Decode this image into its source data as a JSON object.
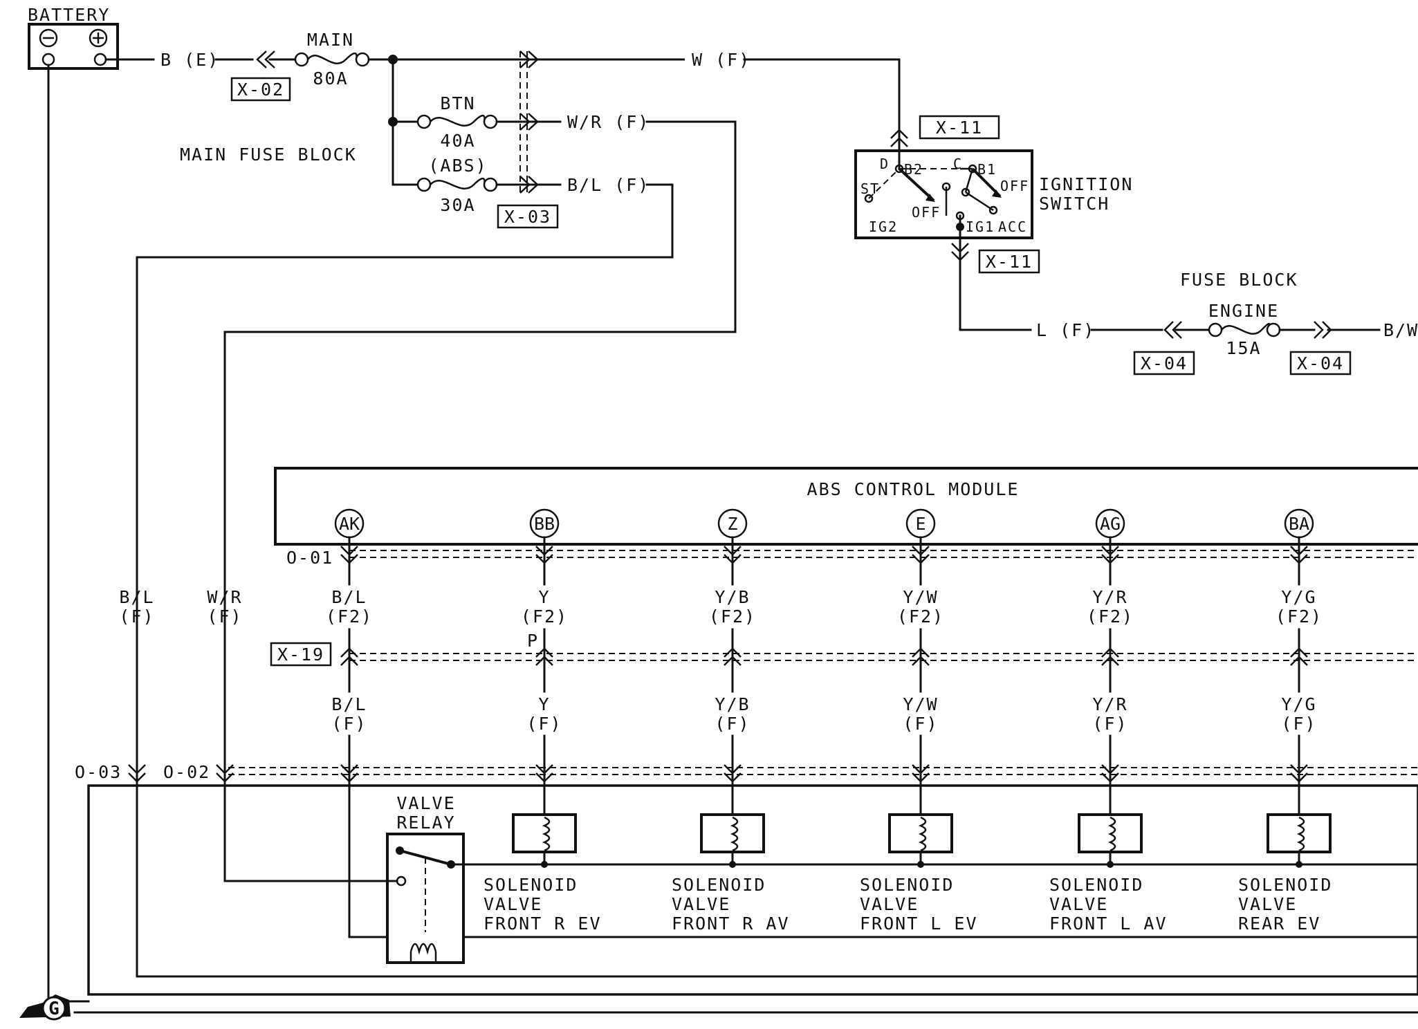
{
  "battery": {
    "label": "BATTERY",
    "wire": "B (E)",
    "connector": "X-02"
  },
  "main_fuse_block": {
    "label": "MAIN FUSE BLOCK",
    "main": {
      "name": "MAIN",
      "rating": "80A"
    },
    "btn": {
      "name": "BTN",
      "rating": "40A"
    },
    "abs": {
      "name": "(ABS)",
      "rating": "30A"
    },
    "connector": "X-03",
    "wires": {
      "main_out": "W (F)",
      "btn_out": "W/R (F)",
      "abs_out": "B/L (F)"
    }
  },
  "ignition_switch": {
    "label_line1": "IGNITION",
    "label_line2": "SWITCH",
    "connector_top": "X-11",
    "connector_bottom": "X-11",
    "terminals": {
      "d": "D",
      "b2": "B2",
      "c": "C",
      "b1": "B1",
      "st": "ST",
      "off_left": "OFF",
      "off_right": "OFF",
      "ig2": "IG2",
      "ig1": "IG1",
      "acc": "ACC"
    }
  },
  "fuse_block": {
    "label": "FUSE BLOCK",
    "engine": {
      "name": "ENGINE",
      "rating": "15A"
    },
    "wire_in": "L (F)",
    "wire_out": "B/W",
    "connector_left": "X-04",
    "connector_right": "X-04"
  },
  "abs_module": {
    "label": "ABS CONTROL MODULE",
    "pins": [
      {
        "id": "AK",
        "wire_upper": "B/L",
        "harness_upper": "(F2)",
        "wire_lower": "B/L",
        "harness_lower": "(F)"
      },
      {
        "id": "BB",
        "wire_upper": "Y",
        "harness_upper": "(F2)",
        "wire_lower": "Y",
        "harness_lower": "(F)"
      },
      {
        "id": "Z",
        "wire_upper": "Y/B",
        "harness_upper": "(F2)",
        "wire_lower": "Y/B",
        "harness_lower": "(F)"
      },
      {
        "id": "E",
        "wire_upper": "Y/W",
        "harness_upper": "(F2)",
        "wire_lower": "Y/W",
        "harness_lower": "(F)"
      },
      {
        "id": "AG",
        "wire_upper": "Y/R",
        "harness_upper": "(F2)",
        "wire_lower": "Y/R",
        "harness_lower": "(F)"
      },
      {
        "id": "BA",
        "wire_upper": "Y/G",
        "harness_upper": "(F2)",
        "wire_lower": "Y/G",
        "harness_lower": "(F)"
      }
    ]
  },
  "connectors": {
    "o01": "O-01",
    "x19": "X-19",
    "o02": "O-02",
    "o03": "O-03",
    "p_marker": "P"
  },
  "side_wires": {
    "bl": {
      "color": "B/L",
      "harness": "(F)"
    },
    "wr": {
      "color": "W/R",
      "harness": "(F)"
    }
  },
  "valve_relay": {
    "line1": "VALVE",
    "line2": "RELAY"
  },
  "solenoids": [
    {
      "line1": "SOLENOID",
      "line2": "VALVE",
      "line3": "FRONT R EV"
    },
    {
      "line1": "SOLENOID",
      "line2": "VALVE",
      "line3": "FRONT R AV"
    },
    {
      "line1": "SOLENOID",
      "line2": "VALVE",
      "line3": "FRONT L EV"
    },
    {
      "line1": "SOLENOID",
      "line2": "VALVE",
      "line3": "FRONT L AV"
    },
    {
      "line1": "SOLENOID",
      "line2": "VALVE",
      "line3": "REAR EV"
    }
  ],
  "ground": {
    "label": "G"
  }
}
